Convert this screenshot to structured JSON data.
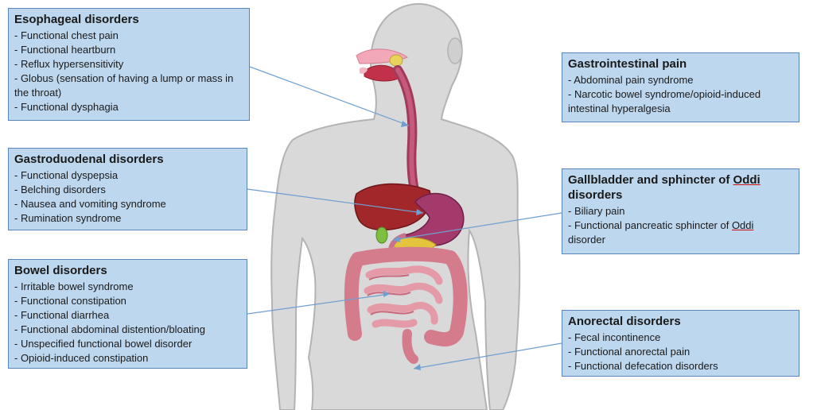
{
  "esophageal": {
    "title": "Esophageal disorders",
    "items": [
      "- Functional chest pain",
      "- Functional heartburn",
      "- Reflux hypersensitivity",
      "- Globus (sensation of having a lump or mass in the throat)",
      "- Functional dysphagia"
    ]
  },
  "gastroduodenal": {
    "title": "Gastroduodenal disorders",
    "items": [
      "- Functional dyspepsia",
      "- Belching disorders",
      "- Nausea and vomiting syndrome",
      "- Rumination syndrome"
    ]
  },
  "bowel": {
    "title": "Bowel disorders",
    "items": [
      "- Irritable bowel syndrome",
      "- Functional constipation",
      "- Functional diarrhea",
      "- Functional abdominal distention/bloating",
      "- Unspecified functional bowel disorder",
      "- Opioid-induced constipation"
    ]
  },
  "gi_pain": {
    "title": "Gastrointestinal pain",
    "items": [
      "- Abdominal pain syndrome",
      "- Narcotic bowel syndrome/opioid-induced intestinal hyperalgesia"
    ]
  },
  "gallbladder": {
    "title_a": "Gallbladder and sphincter of ",
    "title_b": "Oddi",
    "title_c": " disorders",
    "item1": "- Biliary pain",
    "item2_a": "- Functional pancreatic sphincter of ",
    "item2_b": "Oddi",
    "item2_c": " disorder"
  },
  "anorectal": {
    "title": "Anorectal disorders",
    "items": [
      "- Fecal incontinence",
      "- Functional anorectal pain",
      "- Functional defecation disorders"
    ]
  },
  "colors": {
    "box_fill": "#bdd7ee",
    "box_border": "#5b87b8",
    "body_fill": "#d9d9d9",
    "body_outline": "#b0b0b0",
    "leader_line": "#6f9fd0"
  }
}
